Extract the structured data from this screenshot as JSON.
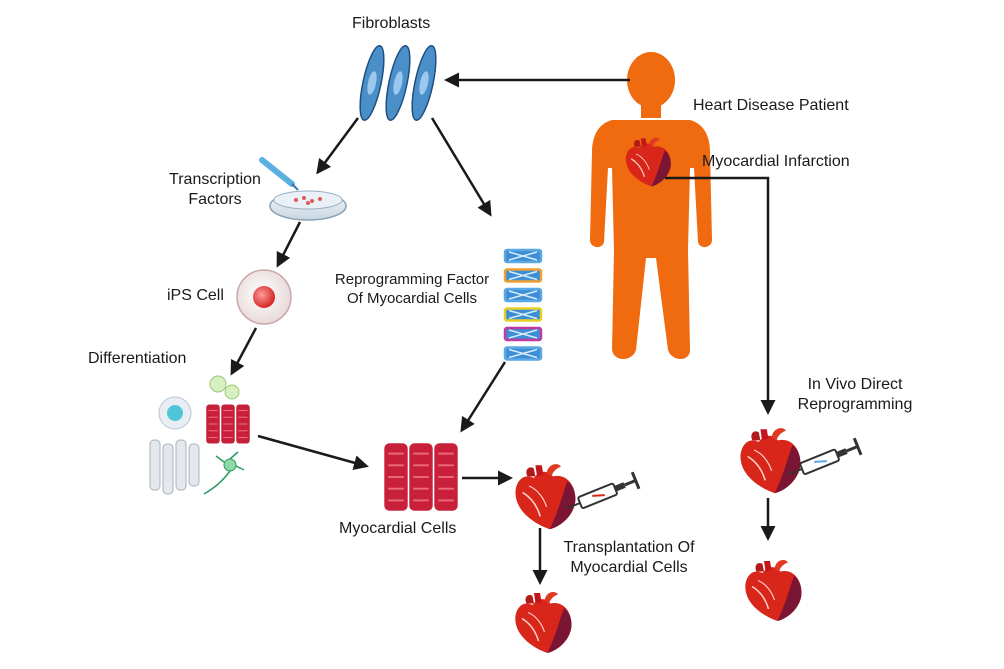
{
  "labels": {
    "fibroblasts": "Fibroblasts",
    "patient": "Heart Disease Patient",
    "infarction": "Myocardial Infarction",
    "transcription_line1": "Transcription",
    "transcription_line2": "Factors",
    "ips_cell": "iPS Cell",
    "differentiation": "Differentiation",
    "reprog_line1": "Reprogramming Factor",
    "reprog_line2": "Of Myocardial Cells",
    "myocardial_cells": "Myocardial Cells",
    "transplant_line1": "Transplantation Of",
    "transplant_line2": "Myocardial Cells",
    "invivo_line1": "In Vivo Direct",
    "invivo_line2": "Reprogramming"
  },
  "colors": {
    "patient": "#f06a10",
    "heart": "#d8261a",
    "heart_dark": "#7a1533",
    "fibroblast": "#4a8fc8",
    "myocyte": "#c8203a",
    "arrow": "#1a1a1a"
  },
  "factor_colors": [
    "#5aa9e6",
    "#f0a030",
    "#5aa9e6",
    "#e8d020",
    "#c03aa0",
    "#5aa9e6"
  ]
}
